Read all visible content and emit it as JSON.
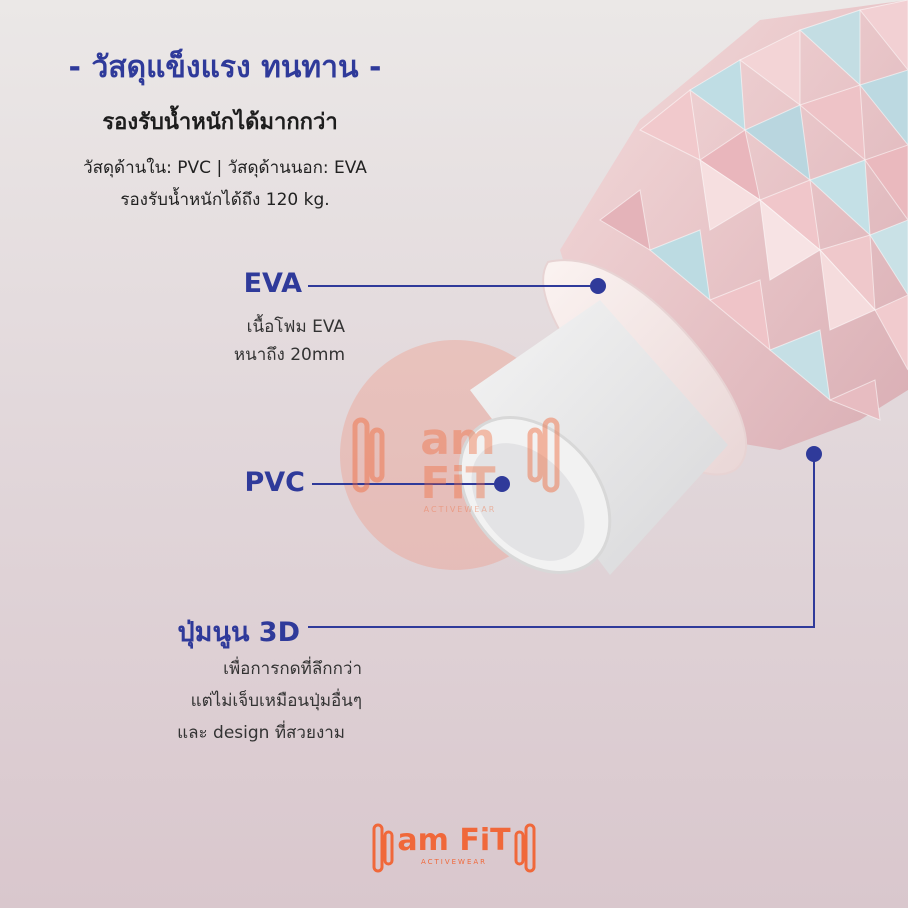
{
  "header": {
    "title": "- วัสดุแข็งแรง ทนทาน -",
    "subtitle": "รองรับน้ำหนักได้มากกว่า",
    "material_line": "วัสดุด้านใน: PVC | วัสดุด้านนอก: EVA",
    "capacity_line": "รองรับน้ำหนักได้ถึง 120 kg."
  },
  "callouts": [
    {
      "label": "EVA",
      "desc": [
        "เนื้อโฟม EVA",
        "หนาถึง 20mm"
      ]
    },
    {
      "label": "PVC",
      "desc": []
    },
    {
      "label": "ปุ่มนูน 3D",
      "desc": [
        "เพื่อการกดที่ลึกกว่า",
        "แต่ไม่เจ็บเหมือนปุ่มอื่นๆ",
        "และ design ที่สวยงาม"
      ]
    }
  ],
  "brand": {
    "logo_text": "am FiT",
    "tagline": "ACTIVEWEAR",
    "watermark_logo_text": "am FiT",
    "watermark_tagline": "ACTIVEWEAR"
  },
  "colors": {
    "accent": "#2f3a9a",
    "brand_orange": "#f0683a",
    "callout_dot": "#2f3a9a"
  }
}
